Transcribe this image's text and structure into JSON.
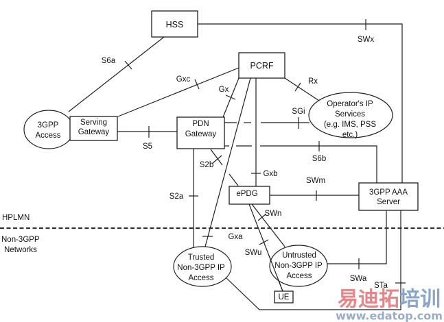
{
  "nodes": {
    "hss": "HSS",
    "pcrf": "PCRF",
    "three_gpp_access": [
      "3GPP",
      "Access"
    ],
    "serving_gateway": [
      "Serving",
      "Gateway"
    ],
    "pdn_gateway": [
      "PDN",
      "Gateway"
    ],
    "operator_ip_services": [
      "Operator's IP",
      "Services",
      "(e.g. IMS, PSS",
      "etc.)"
    ],
    "epdg": "ePDG",
    "aaa_server": [
      "3GPP AAA",
      "Server"
    ],
    "trusted_access": [
      "Trusted",
      "Non-3GPP IP",
      "Access"
    ],
    "untrusted_access": [
      "Untrusted",
      "Non-3GPP IP",
      "Access"
    ],
    "ue": "UE"
  },
  "interfaces": {
    "s6a": "S6a",
    "swx": "SWx",
    "gxc": "Gxc",
    "gx": "Gx",
    "rx": "Rx",
    "sgi": "SGi",
    "s5": "S5",
    "s6b": "S6b",
    "s2b": "S2b",
    "gxb": "Gxb",
    "swm": "SWm",
    "s2a": "S2a",
    "swn": "SWn",
    "gxa": "Gxa",
    "swu": "SWu",
    "swa": "SWa",
    "sta": "STa"
  },
  "regions": {
    "hplmn": "HPLMN",
    "non_3gpp": [
      "Non-3GPP",
      "Networks"
    ]
  },
  "watermark": {
    "cn_red": "易迪拓",
    "cn_blue": "培训",
    "url": "www.edatop.com",
    "red_color": "#e5787c",
    "blue_color": "#7f9cc4",
    "url_color": "#8ea4c2"
  }
}
